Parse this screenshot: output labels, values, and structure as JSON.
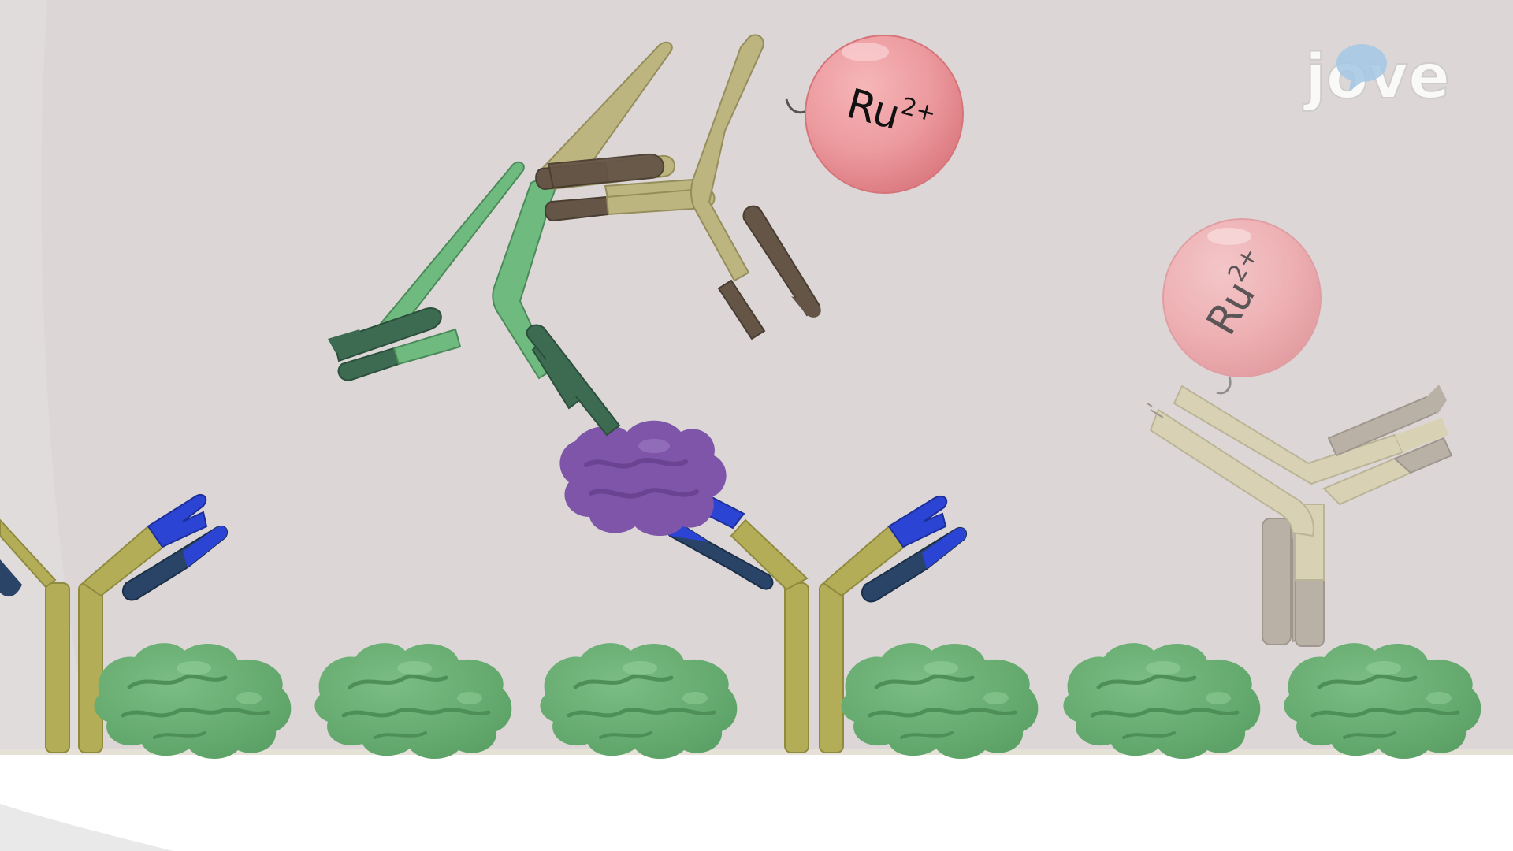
{
  "watermark": {
    "text": "jove"
  },
  "labels": {
    "ru_primary": {
      "base": "Ru",
      "charge": "2+"
    },
    "ru_faded": {
      "base": "Ru",
      "charge": "2+"
    }
  },
  "colors": {
    "background": "#dcd7d6",
    "surface": "#ffffff",
    "capture_antibody": "#b3ad57",
    "capture_variable": "#2c44d3",
    "capture_variable_dark": "#294466",
    "primary_antibody": "#6fba7e",
    "primary_antibody_dark": "#3d6b52",
    "detection_antibody": "#bdb57f",
    "detection_antibody_dark": "#645546",
    "blocking_protein": "#6aac72",
    "antigen": "#7e55a8",
    "ruthenium_label": "#e98e92"
  }
}
